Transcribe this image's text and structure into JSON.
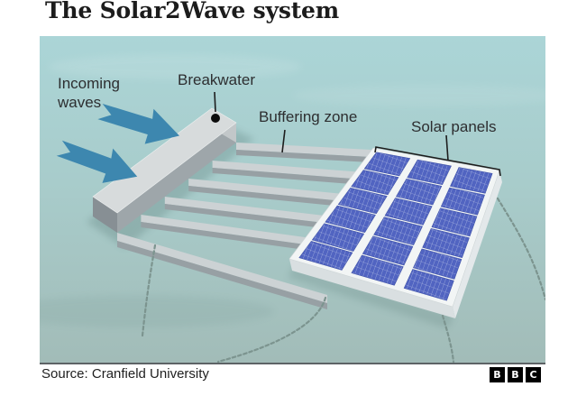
{
  "title": "The Solar2Wave system",
  "diagram": {
    "labels": {
      "incoming_waves": "Incoming waves",
      "breakwater": "Breakwater",
      "buffering_zone": "Buffering zone",
      "solar_panels": "Solar panels"
    },
    "colors": {
      "water_top": "#abd5d7",
      "water_mid": "#a8cccb",
      "water_bottom": "#a2bcb8",
      "arrow_blue": "#3d87af",
      "panel_blue": "#5164c1",
      "panel_grid": "#cdd5ee",
      "structure_top": "#d7dbdc",
      "structure_side": "#9ea6aa",
      "structure_end": "#878f94",
      "deck_white": "#f2f5f5",
      "chain": "#7c948f",
      "pointer": "#1d1d1d"
    }
  },
  "footer": {
    "source": "Source: Cranfield University",
    "logo_letters": [
      "B",
      "B",
      "C"
    ]
  }
}
